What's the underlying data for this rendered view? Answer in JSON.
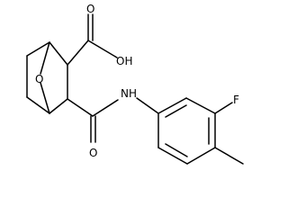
{
  "diagram": {
    "type": "chemical-structure",
    "atoms": {
      "carboxylic_acid": "OH",
      "carbonyl_oxygen_acid": "O",
      "carbonyl_oxygen_amide": "O",
      "bridge_oxygen": "O",
      "amide_nitrogen": "NH",
      "fluorine": "F"
    },
    "colors": {
      "line": "#000000",
      "background": "#ffffff"
    }
  }
}
